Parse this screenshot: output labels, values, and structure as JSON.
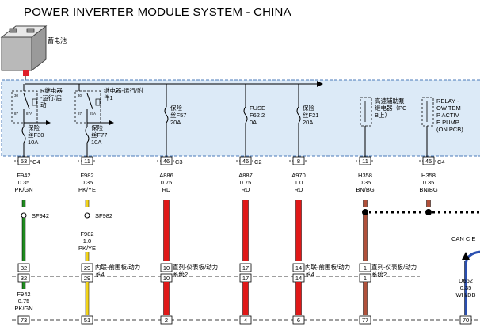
{
  "title": "POWER INVERTER MODULE SYSTEM - CHINA",
  "battery": {
    "label": "蓄电池"
  },
  "relays": [
    {
      "contacts": [
        "30",
        "87",
        "87A",
        "86",
        "85"
      ],
      "label": [
        "R继电器",
        "-运行/启",
        "动"
      ]
    },
    {
      "contacts": [
        "30",
        "87",
        "87A",
        "86",
        "85"
      ],
      "label": [
        "继电器-运行/附",
        "件1"
      ]
    }
  ],
  "fuses": [
    {
      "label": [
        "保险",
        "丝F30",
        "10A"
      ]
    },
    {
      "label": [
        "保险",
        "丝F77",
        "10A"
      ]
    },
    {
      "label": [
        "保险",
        "丝F57",
        "20A"
      ]
    },
    {
      "label": [
        "FUSE",
        "F62 2",
        "0A"
      ]
    },
    {
      "label": [
        "保险",
        "丝F21",
        "20A"
      ]
    }
  ],
  "right_relays": [
    {
      "label": [
        "高速辅助泵",
        "继电器（PC",
        "B上）"
      ]
    },
    {
      "label": [
        "RELAY -",
        "OW TEM",
        "P ACTIV",
        "E PUMP",
        "(ON PCB)"
      ]
    }
  ],
  "connectors_top": [
    {
      "pin": "53",
      "conn": "C4"
    },
    {
      "pin": "11",
      "conn": ""
    },
    {
      "pin": "46",
      "conn": "C3"
    },
    {
      "pin": "46",
      "conn": "C2"
    },
    {
      "pin": "8",
      "conn": ""
    },
    {
      "pin": "11",
      "conn": ""
    },
    {
      "pin": "45",
      "conn": "C4"
    }
  ],
  "wires_top": [
    {
      "lines": [
        "F942",
        "0.35",
        "PK/GN"
      ]
    },
    {
      "lines": [
        "F982",
        "0.35",
        "PK/YE"
      ]
    },
    {
      "lines": [
        "A886",
        "0.75",
        "RD"
      ]
    },
    {
      "lines": [
        "A887",
        "0.75",
        "RD"
      ]
    },
    {
      "lines": [
        "A970",
        "1.0",
        "RD"
      ]
    },
    {
      "lines": [
        "H358",
        "0.35",
        "BN/BG"
      ]
    },
    {
      "lines": [
        "H358",
        "0.35",
        "BN/BG"
      ]
    }
  ],
  "splices": [
    "SF942",
    "SF982"
  ],
  "wire_f982_lower": [
    "F982",
    "1.0",
    "PK/YE"
  ],
  "can_label": "CAN C E",
  "inline_upper": [
    "32",
    "29",
    "10",
    "17",
    "14",
    "1"
  ],
  "inline_lower": [
    "32",
    "29",
    "10",
    "17",
    "14",
    "1"
  ],
  "inline_labels": [
    {
      "lines": [
        "内联-前围板/动力",
        "系4"
      ]
    },
    {
      "lines": [
        "直列-仪表板/动力",
        "系统2"
      ]
    },
    {
      "lines": [
        "内联-前围板/动力",
        "系4"
      ]
    },
    {
      "lines": [
        "直列-仪表板/动力",
        "系统2"
      ]
    }
  ],
  "wires_bottom": [
    {
      "lines": [
        "F942",
        "0.75",
        "PK/GN"
      ]
    },
    {
      "lines": [
        "D662",
        "0.35",
        "WH/DB"
      ]
    }
  ],
  "bottom_pins": [
    "73",
    "51",
    "2",
    "4",
    "6",
    "77",
    "70"
  ],
  "colors": {
    "pk_gn": "#1f8a1f",
    "pk_ye": "#f2d41c",
    "rd": "#e01818",
    "bn_bg": "#b0503a",
    "wh_db": "#2a4fb0",
    "module_fill": "#dceaf7",
    "module_border": "#4a79b8"
  }
}
